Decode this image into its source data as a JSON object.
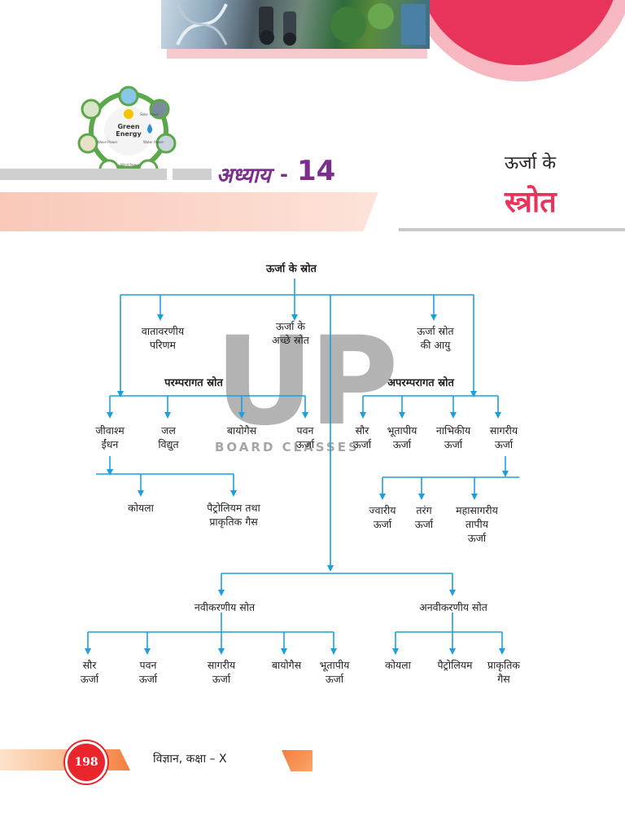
{
  "header": {
    "chapter_word": "अध्याय",
    "chapter_dash": "-",
    "chapter_number": "14",
    "title_line1": "ऊर्जा के",
    "title_line2": "स्त्रोत",
    "wheel": {
      "center_text": "Green\nEnergy",
      "labels": [
        "Solar Power",
        "Water Power",
        "Wind Power",
        "Wave Power"
      ]
    }
  },
  "watermark": {
    "letters": "UP",
    "subtitle": "BOARD CLASSES"
  },
  "diagram": {
    "root": "ऊर्जा के स्रोत",
    "criteria": [
      "वातावरणीय\nपरिणम",
      "ऊर्जा के\nअच्छे स्रोत",
      "ऊर्जा स्रोत\nकी आयु"
    ],
    "conventional": {
      "label": "परम्परागत स्रोत",
      "children": [
        "जीवाश्म\nईंधन",
        "जल\nविद्युत",
        "बायोगैस",
        "पवन\nऊर्जा"
      ],
      "fossil_children": [
        "कोयला",
        "पैट्रोलियम तथा\nप्राकृतिक गैस"
      ]
    },
    "nonconventional": {
      "label": "अपरम्परागत स्रोत",
      "children": [
        "सौर\nऊर्जा",
        "भूतापीय\nऊर्जा",
        "नाभिकीय\nऊर्जा",
        "सागरीय\nऊर्जा"
      ],
      "ocean_children": [
        "ज्वारीय\nऊर्जा",
        "तरंग\nऊर्जा",
        "महासागरीय\nतापीय\nऊर्जा"
      ]
    },
    "renewable": {
      "label": "नवीकरणीय सोत",
      "children": [
        "सौर\nऊर्जा",
        "पवन\nऊर्जा",
        "सागरीय\nऊर्जा",
        "बायोगैस",
        "भूतापीय\nऊर्जा"
      ]
    },
    "nonrenewable": {
      "label": "अनवीकरणीय सोत",
      "children": [
        "कोयला",
        "पैट्रोलियम",
        "प्राकृतिक\nगैस"
      ]
    },
    "line_color": "#1aa0dc"
  },
  "footer": {
    "page_number": "198",
    "book_text": "विज्ञान, कक्षा – X"
  },
  "colors": {
    "accent_pink": "#e8345a",
    "chapter_purple": "#7b2e8e",
    "footer_orange": "#f47c3c"
  }
}
